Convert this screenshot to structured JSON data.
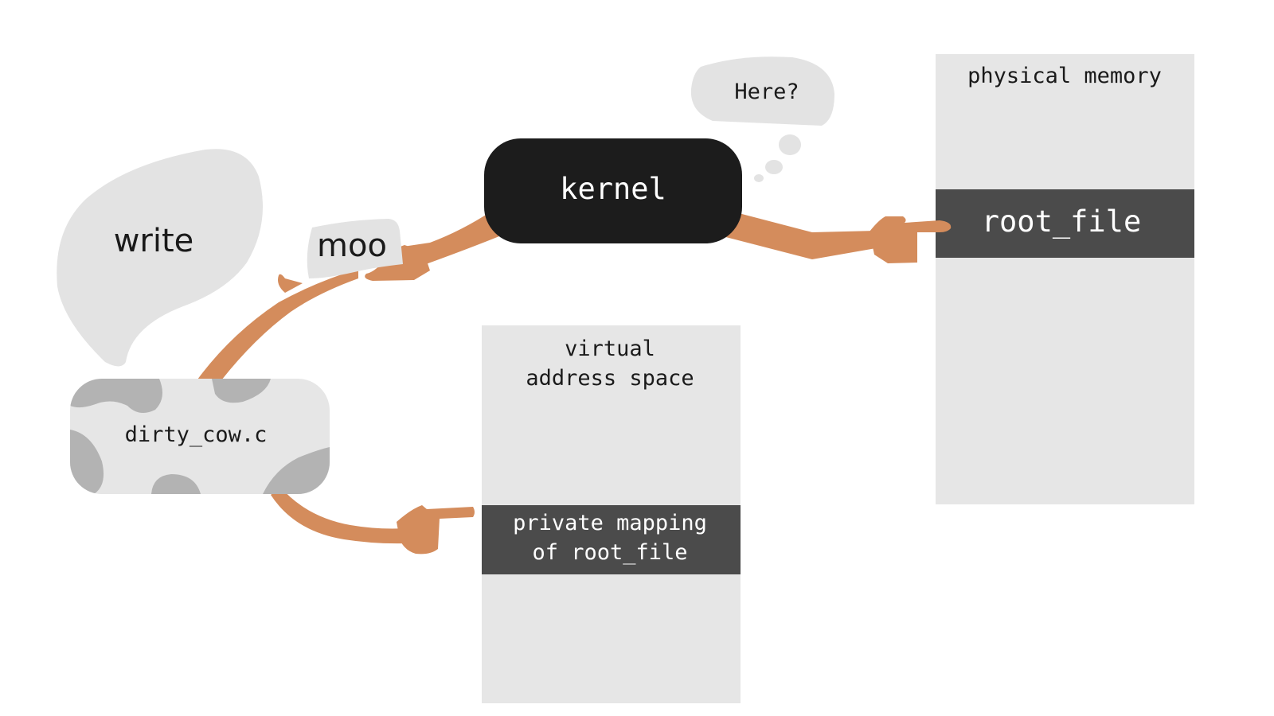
{
  "colors": {
    "arm": "#d48c5c",
    "panel": "#e6e6e6",
    "highlight": "#4b4b4b",
    "kernel_fill": "#1c1c1c",
    "bubble": "#e3e3e3",
    "cow_spot": "#b3b3b3",
    "cow_body": "#e6e6e6"
  },
  "speech": {
    "write": "write",
    "moo": "moo"
  },
  "kernel": {
    "label": "kernel",
    "thought": "Here?"
  },
  "physical_memory": {
    "title": "physical memory",
    "region": "root_file"
  },
  "virtual_space": {
    "title_line1": "virtual",
    "title_line2": "address space",
    "region_line1": "private mapping",
    "region_line2": "of root_file"
  },
  "program": {
    "label": "dirty_cow.c"
  }
}
